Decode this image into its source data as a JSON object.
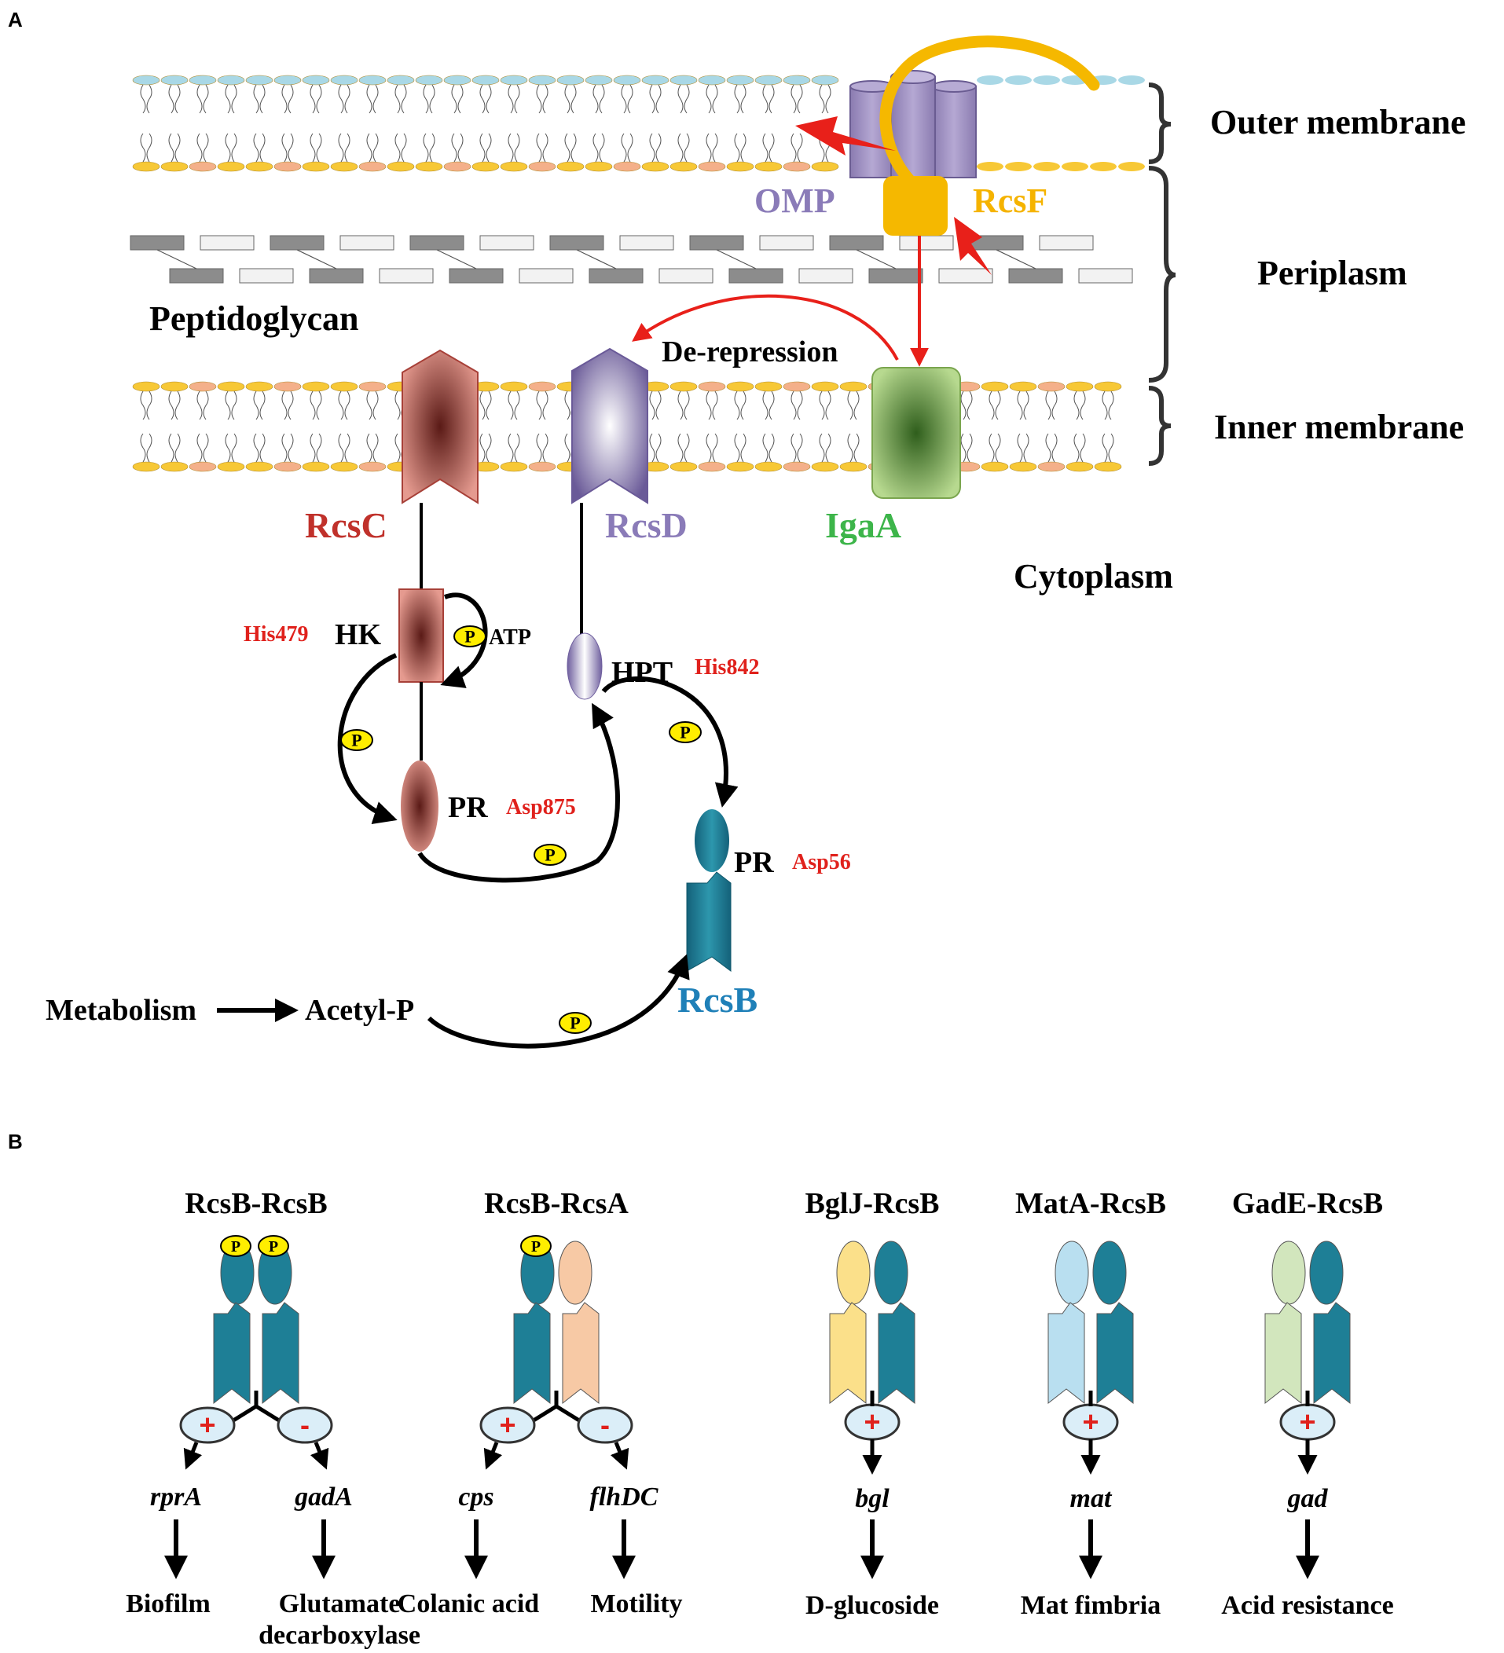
{
  "panels": {
    "a": "A",
    "b": "B"
  },
  "membrane": {
    "outer": "Outer membrane",
    "periplasm": "Periplasm",
    "inner": "Inner membrane",
    "cytoplasm": "Cytoplasm",
    "peptidoglycan": "Peptidoglycan"
  },
  "proteins": {
    "omp": "OMP",
    "rcsf": "RcsF",
    "rcsc": "RcsC",
    "rcsd": "RcsD",
    "igaa": "IgaA",
    "rcsb": "RcsB"
  },
  "domains": {
    "hk": "HK",
    "hpt": "HPT",
    "pr_c": "PR",
    "pr_b": "PR"
  },
  "residues": {
    "his479": "His479",
    "his842": "His842",
    "asp875": "Asp875",
    "asp56": "Asp56"
  },
  "labels": {
    "derepression": "De-repression",
    "atp": "ATP",
    "phospho": "P",
    "metabolism": "Metabolism",
    "acetyl_p": "Acetyl-P"
  },
  "complexes": [
    {
      "name": "RcsB-RcsB",
      "signs": [
        "+",
        "-"
      ],
      "genes": [
        "rprA",
        "gadA"
      ],
      "outcomes": [
        "Biofilm",
        "Glutamate decarboxylase"
      ]
    },
    {
      "name": "RcsB-RcsA",
      "signs": [
        "+",
        "-"
      ],
      "genes": [
        "cps",
        "flhDC"
      ],
      "outcomes": [
        "Colanic acid",
        "Motility"
      ]
    },
    {
      "name": "BglJ-RcsB",
      "signs": [
        "+"
      ],
      "genes": [
        "bgl"
      ],
      "outcomes": [
        "D-glucoside"
      ]
    },
    {
      "name": "MatA-RcsB",
      "signs": [
        "+"
      ],
      "genes": [
        "mat"
      ],
      "outcomes": [
        "Mat fimbria"
      ]
    },
    {
      "name": "GadE-RcsB",
      "signs": [
        "+"
      ],
      "genes": [
        "gad"
      ],
      "outcomes": [
        "Acid resistance"
      ]
    }
  ],
  "colors": {
    "omp": "#9e8fc0",
    "rcsf": "#f5b800",
    "rcsc": "#b84a44",
    "rcsd": "#7a6aa6",
    "igaa": "#8cbf5c",
    "rcsb": "#1e7f96",
    "red_text": "#e0211c",
    "red_arrow": "#e8201a",
    "omp_text": "#8a7bb8",
    "rcsf_text": "#f5b300",
    "rcsc_text": "#c0312b",
    "rcsd_text": "#8a7bb8",
    "igaa_text": "#3db54a",
    "rcsb_text": "#1f80b8",
    "phospho": "#ffee00",
    "rcsa": "#f7c9a5",
    "bglj": "#fbe08a",
    "mata": "#b9dff0",
    "gade": "#d2e6bd",
    "lipid_head_yellow": "#f7c836",
    "lipid_head_salmon": "#f4b08a",
    "lipid_head_blue": "#a9d8e6",
    "pg_dark": "#8c8c8c",
    "pg_light": "#f2f2f2"
  }
}
